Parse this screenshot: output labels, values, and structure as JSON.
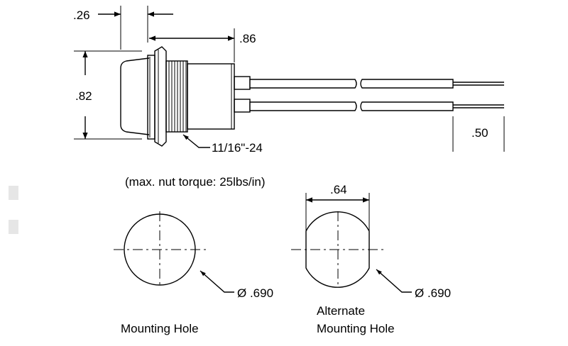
{
  "labels": {
    "dim_flange": ".26",
    "dim_body": ".86",
    "dim_height": ".82",
    "dim_lead": ".50",
    "thread": "11/16\"-24",
    "torque_note": "(max. nut torque: 25lbs/in)",
    "alt_width": ".64",
    "hole1_dia": "Ø .690",
    "hole2_dia": "Ø .690",
    "hole1_caption": "Mounting Hole",
    "hole2_caption_line1": "Alternate",
    "hole2_caption_line2": "Mounting Hole"
  }
}
